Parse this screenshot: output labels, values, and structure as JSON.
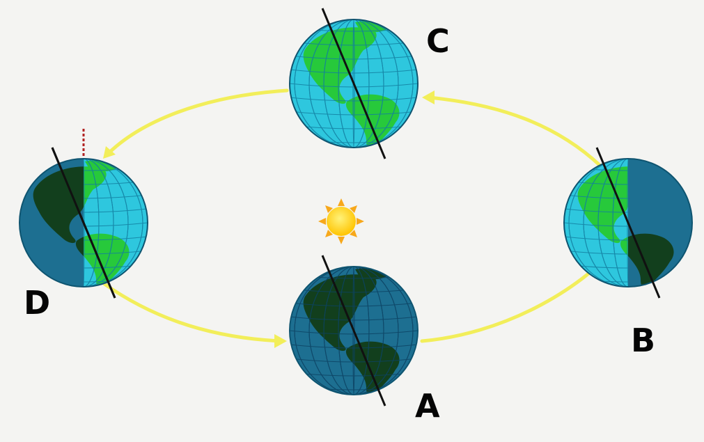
{
  "labels": {
    "a": "A",
    "b": "B",
    "c": "C",
    "d": "D"
  },
  "colors": {
    "background": "#f4f4f2",
    "orbit": "#f2ee5a",
    "sun_core": "#ffd21a",
    "sun_ray": "#f7a81b",
    "ocean_lit": "#2ec7de",
    "ocean_dark": "#1d6f91",
    "land_lit": "#27c93b",
    "land_dark": "#123f1d",
    "grid_lit": "#137ea0",
    "grid_dark": "#0d4363",
    "axis": "#111111"
  }
}
